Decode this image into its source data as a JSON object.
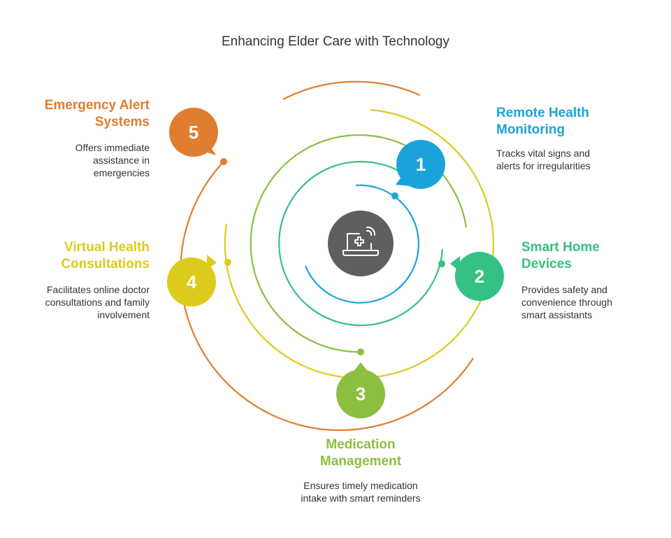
{
  "title": "Enhancing Elder Care with Technology",
  "colors": {
    "blue": "#1aa3db",
    "teal": "#35c085",
    "green": "#8cbf3f",
    "yellow": "#dccb1c",
    "orange": "#e07d2e",
    "center": "#5f5f5f"
  },
  "center_icon": "laptop-medical-cross-wifi-icon",
  "items": [
    {
      "number": "1",
      "label_line1": "Remote Health",
      "label_line2": "Monitoring",
      "desc_line1": "Tracks vital signs and",
      "desc_line2": "alerts for irregularities",
      "desc_line3": ""
    },
    {
      "number": "2",
      "label_line1": "Smart Home",
      "label_line2": "Devices",
      "desc_line1": "Provides safety and",
      "desc_line2": "convenience through",
      "desc_line3": "smart assistants"
    },
    {
      "number": "3",
      "label_line1": "Medication",
      "label_line2": "Management",
      "desc_line1": "Ensures timely medication",
      "desc_line2": "intake with smart reminders",
      "desc_line3": ""
    },
    {
      "number": "4",
      "label_line1": "Virtual Health",
      "label_line2": "Consultations",
      "desc_line1": "Facilitates online doctor",
      "desc_line2": "consultations and family",
      "desc_line3": "involvement"
    },
    {
      "number": "5",
      "label_line1": "Emergency Alert",
      "label_line2": "Systems",
      "desc_line1": "Offers immediate",
      "desc_line2": "assistance in",
      "desc_line3": "emergencies"
    }
  ]
}
